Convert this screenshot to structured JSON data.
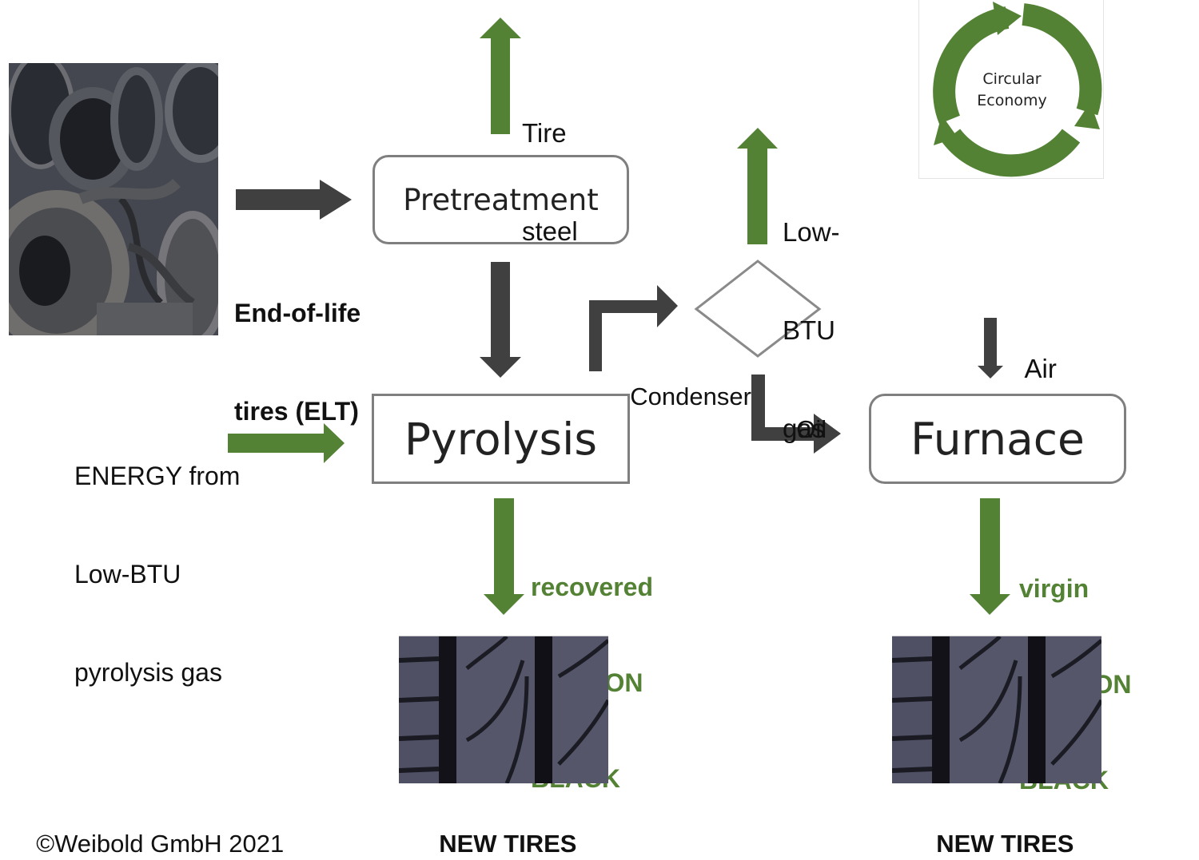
{
  "colors": {
    "green": "#548235",
    "dark_arrow": "#404040",
    "box_border": "#7f7f7f"
  },
  "nodes": {
    "pretreatment": "Pretreatment",
    "pyrolysis": "Pyrolysis",
    "furnace": "Furnace",
    "condenser": "Condenser"
  },
  "labels": {
    "tire_steel_1": "Tire",
    "tire_steel_2": "steel",
    "elt_1": "End-of-life",
    "elt_2": "tires (ELT)",
    "low_btu_1": "Low-",
    "low_btu_2": "BTU",
    "low_btu_3": "gas",
    "energy_1": "ENERGY from",
    "energy_2": "Low-BTU",
    "energy_3": "pyrolysis gas",
    "oil": "Oil",
    "air": "Air",
    "rcb_1": "recovered",
    "rcb_2": "CARBON",
    "rcb_3": "BLACK",
    "vcb_1": "virgin",
    "vcb_2": "CARBON",
    "vcb_3": "BLACK",
    "new_tires_left": "NEW TIRES",
    "new_tires_right": "NEW TIRES",
    "copyright": "©Weibold GmbH 2021"
  },
  "circular_economy": {
    "line1": "Circular",
    "line2": "Economy"
  },
  "images": {
    "elt_photo": "pile of end-of-life tires",
    "new_tire_left": "new tire tread",
    "new_tire_right": "new tire tread"
  }
}
